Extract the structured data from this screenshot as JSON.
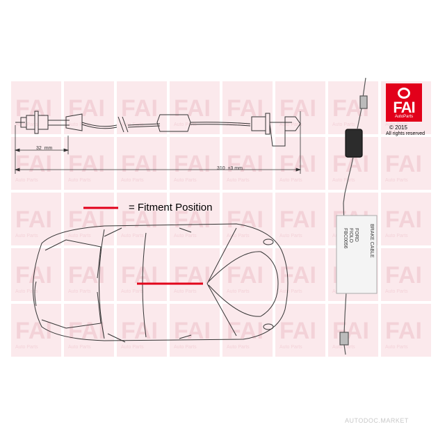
{
  "logo": {
    "brand": "FAI",
    "sub": "AutoParts",
    "copyright_year": "© 2015",
    "rights": "All rights reserved"
  },
  "dimensions": {
    "small": "32",
    "small_unit": "mm",
    "total": "310",
    "tolerance": "±3",
    "total_unit": "mm"
  },
  "legend": {
    "text": "= Fitment Position",
    "color": "#e2001a"
  },
  "label": {
    "title": "BRAKE CABLE",
    "make": "FORD",
    "model": "FIOLO",
    "part": "FBC0056"
  },
  "watermark": {
    "text": "AUTODOC.MARKET"
  },
  "background_tile": {
    "text": "FAI",
    "sub": "Auto Parts"
  }
}
